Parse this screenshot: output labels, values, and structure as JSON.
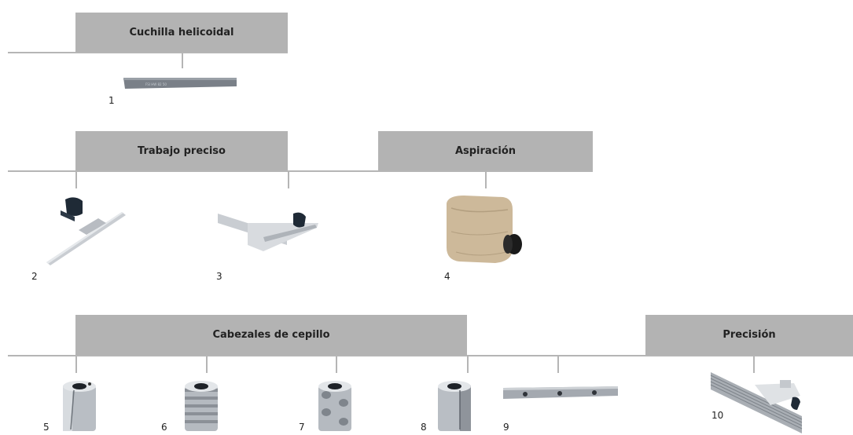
{
  "groups": {
    "blade": "Cuchilla helicoidal",
    "precise": "Trabajo preciso",
    "extraction": "Aspiración",
    "heads": "Cabezales de cepillo",
    "precision": "Precisión"
  },
  "items": [
    "1",
    "2",
    "3",
    "4",
    "5",
    "6",
    "7",
    "8",
    "9",
    "10"
  ],
  "colors": {
    "line": "#b5b5b5",
    "label_bg": "#b3b3b3",
    "metal": "#c8ccd0",
    "knob": "#1f2a36",
    "bag": "#cdb99a"
  }
}
